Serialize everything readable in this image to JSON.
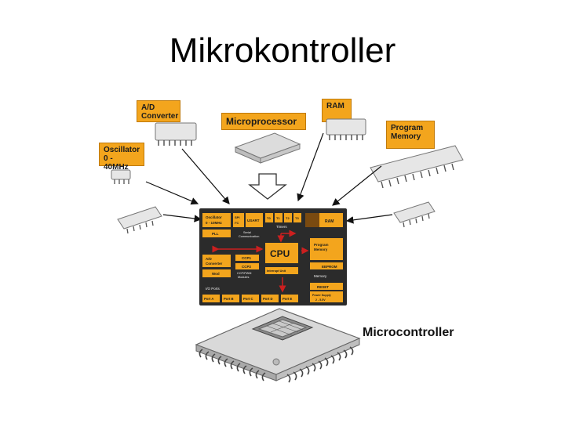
{
  "title": "Mikrokontroller",
  "components": {
    "adc": [
      "A/D",
      "Converter"
    ],
    "microprocessor": "Microprocessor",
    "ram": "RAM",
    "program_memory": [
      "Program",
      "Memory"
    ],
    "oscillator": [
      "Oscillator",
      "0 - 40MHz"
    ]
  },
  "microcontroller_label": "Microcontroller",
  "block_diagram": {
    "oscillator": [
      "Oscillator",
      "0 - 10MHz"
    ],
    "spi": [
      "SPI",
      "I²C"
    ],
    "usart": "USART",
    "timers": [
      "T0",
      "T1",
      "T2",
      "T3"
    ],
    "timers_label": "Timers",
    "ram": "RAM",
    "pll": "PLL",
    "serial": [
      "Serial",
      "Communication"
    ],
    "cpu": "CPU",
    "adc": [
      "A/D",
      "Converter"
    ],
    "ccp": [
      "CCP1",
      "CCP2"
    ],
    "ccp_pwm": [
      "CCP/PWM",
      "Modules"
    ],
    "program_memory": [
      "Program",
      "Memory"
    ],
    "eeprom": "EEPROM",
    "memory": "Memory",
    "wdt": "Wod",
    "interrupt": "Interrupt Unit",
    "reset": "RESET",
    "power": [
      "Power Supply",
      "2 - 5.5V"
    ],
    "io_ports": "I/O Ports",
    "ports": [
      "Port A",
      "Port B",
      "Port C",
      "Port D",
      "Port E"
    ]
  },
  "colors": {
    "accent": "#f3a51d",
    "chip": "#d9d9d9",
    "bus": "#cc1f1f",
    "dark": "#333333"
  }
}
